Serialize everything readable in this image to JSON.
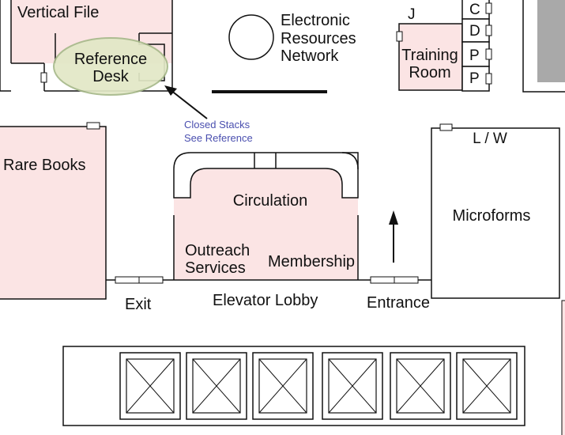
{
  "map": {
    "colors": {
      "room_fill": "#fbe4e4",
      "highlight_fill": "#e2e8c6",
      "highlight_stroke": "#a7b98a",
      "annotation_text": "#4a4faf",
      "wall": "#111111",
      "gray_block": "#a9a9a9"
    },
    "rooms": {
      "vertical_file": "Vertical File",
      "reference_desk_line1": "Reference",
      "reference_desk_line2": "Desk",
      "ern_line1": "Electronic",
      "ern_line2": "Resources",
      "ern_line3": "Network",
      "study_j": "J",
      "study_c": "C",
      "study_d": "D",
      "study_p1": "P",
      "study_p2": "P",
      "training_line1": "Training",
      "training_line2": "Room",
      "rare_books": "Rare Books",
      "circulation": "Circulation",
      "outreach_line1": "Outreach",
      "outreach_line2": "Services",
      "membership": "Membership",
      "microforms": "Microforms",
      "lw": "L / W",
      "elevator_lobby": "Elevator Lobby"
    },
    "annotations": {
      "closed_stacks_line1": "Closed Stacks",
      "closed_stacks_line2": "See Reference"
    },
    "doors": {
      "exit": "Exit",
      "entrance": "Entrance"
    },
    "elevators": [
      "elevator",
      "elevator",
      "elevator",
      "elevator",
      "elevator",
      "elevator"
    ]
  }
}
